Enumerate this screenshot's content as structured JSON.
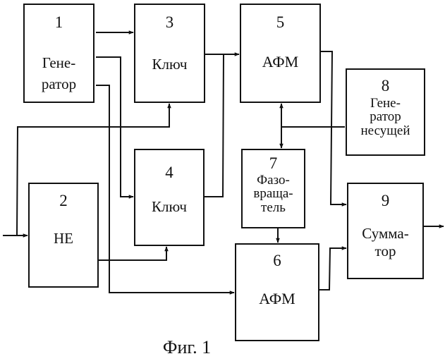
{
  "figure": {
    "caption": "Фиг. 1",
    "blocks": [
      {
        "id": "1",
        "number": "1",
        "label_lines": [
          "Гене-",
          "ратор"
        ]
      },
      {
        "id": "2",
        "number": "2",
        "label_lines": [
          "НЕ"
        ]
      },
      {
        "id": "3",
        "number": "3",
        "label_lines": [
          "Ключ"
        ]
      },
      {
        "id": "4",
        "number": "4",
        "label_lines": [
          "Ключ"
        ]
      },
      {
        "id": "5",
        "number": "5",
        "label_lines": [
          "АФМ"
        ]
      },
      {
        "id": "6",
        "number": "6",
        "label_lines": [
          "АФМ"
        ]
      },
      {
        "id": "7",
        "number": "7",
        "label_lines": [
          "Фазо-",
          "враща-",
          "тель"
        ]
      },
      {
        "id": "8",
        "number": "8",
        "label_lines": [
          "Гене-",
          "ратор",
          "несущей"
        ]
      },
      {
        "id": "9",
        "number": "9",
        "label_lines": [
          "Сумма-",
          "тор"
        ]
      }
    ],
    "connections": [
      {
        "from": "1",
        "to": "3"
      },
      {
        "from": "1",
        "to": "4"
      },
      {
        "from": "1",
        "to": "6"
      },
      {
        "from": "input",
        "to": "2"
      },
      {
        "from": "input",
        "to": "3"
      },
      {
        "from": "2",
        "to": "4"
      },
      {
        "from": "3",
        "to": "5"
      },
      {
        "from": "4",
        "to": "5"
      },
      {
        "from": "8",
        "to": "5"
      },
      {
        "from": "8",
        "to": "7"
      },
      {
        "from": "7",
        "to": "6"
      },
      {
        "from": "5",
        "to": "9"
      },
      {
        "from": "6",
        "to": "9"
      },
      {
        "from": "9",
        "to": "output"
      }
    ]
  }
}
